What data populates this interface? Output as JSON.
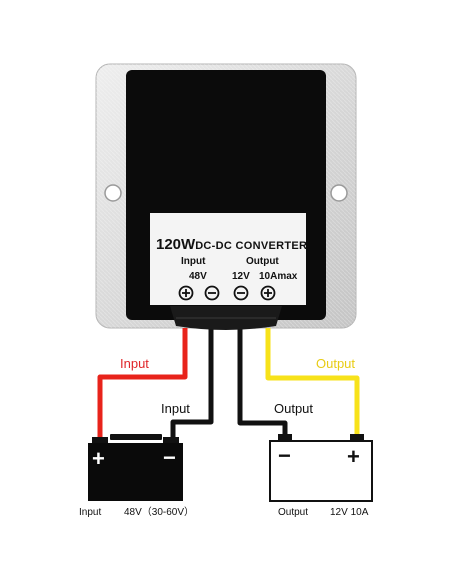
{
  "device": {
    "title_power": "120W",
    "title_rest": "DC-DC CONVERTER",
    "input_header": "Input",
    "output_header": "Output",
    "input_voltage": "48V",
    "output_voltage": "12V",
    "output_current": "10Amax"
  },
  "labels": {
    "input_red": "Input",
    "input_black": "Input",
    "output_black": "Output",
    "output_yellow": "Output"
  },
  "battery": {
    "plus": "+",
    "minus": "−",
    "caption_name": "Input",
    "caption_value": "48V（30-60V）"
  },
  "load": {
    "plus": "+",
    "minus": "−",
    "caption_name": "Output",
    "caption_value": "12V 10A"
  },
  "colors": {
    "wire_red": "#e8231b",
    "wire_black": "#111111",
    "wire_yellow": "#f7e21a",
    "label_red": "#e0262a",
    "label_yellow": "#e8cc14"
  }
}
